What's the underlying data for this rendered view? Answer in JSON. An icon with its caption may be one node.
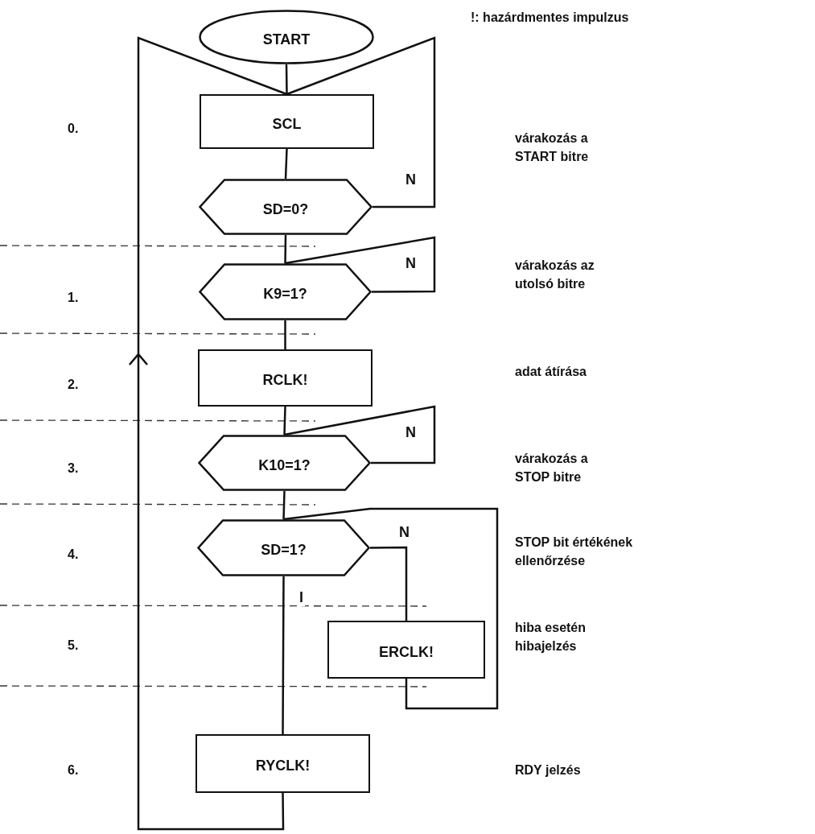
{
  "diagram": {
    "nodes": [
      {
        "text": [
          "START"
        ]
      },
      {
        "text": [
          "SCL"
        ]
      },
      {
        "text": [
          "SD=0?"
        ]
      },
      {
        "text": [
          "K9=1?"
        ]
      },
      {
        "text": [
          "RCLK!"
        ]
      },
      {
        "text": [
          "K10=1?"
        ]
      },
      {
        "text": [
          "SD=1?"
        ]
      },
      {
        "text": [
          "ERCLK!"
        ]
      },
      {
        "text": [
          "RYCLK!"
        ]
      }
    ],
    "edges": [
      {
        "from": 0,
        "to": 1,
        "arrow": "none"
      },
      {
        "from": 1,
        "to": 2,
        "arrow": "none"
      },
      {
        "from": 2,
        "to": 1,
        "arrow": "none",
        "label": "N"
      },
      {
        "from": 2,
        "to": 3,
        "arrow": "none"
      },
      {
        "from": 3,
        "to": 3,
        "arrow": "none",
        "label": "N"
      },
      {
        "from": 3,
        "to": 4,
        "arrow": "none"
      },
      {
        "from": 4,
        "to": 5,
        "arrow": "none"
      },
      {
        "from": 5,
        "to": 5,
        "arrow": "none",
        "label": "N"
      },
      {
        "from": 5,
        "to": 6,
        "arrow": "none"
      },
      {
        "from": 6,
        "to": 7,
        "arrow": "none",
        "label": "N"
      },
      {
        "from": 7,
        "to": 6,
        "arrow": "none"
      },
      {
        "from": 6,
        "to": 8,
        "arrow": "none",
        "label": "I"
      },
      {
        "from": 8,
        "to": 1,
        "arrow": "to"
      }
    ],
    "labels": [
      "!: hazárdmentes impulzus",
      "0.",
      "várakozás a START bitre",
      "1.",
      "várakozás az utolsó bitre",
      "2.",
      "adat átírása",
      "3.",
      "várakozás a STOP bitre",
      "4.",
      "STOP bit értékének ellenőrzése",
      "5.",
      "hiba esetén hibajelzés",
      "6.",
      "RDY jelzés"
    ]
  }
}
